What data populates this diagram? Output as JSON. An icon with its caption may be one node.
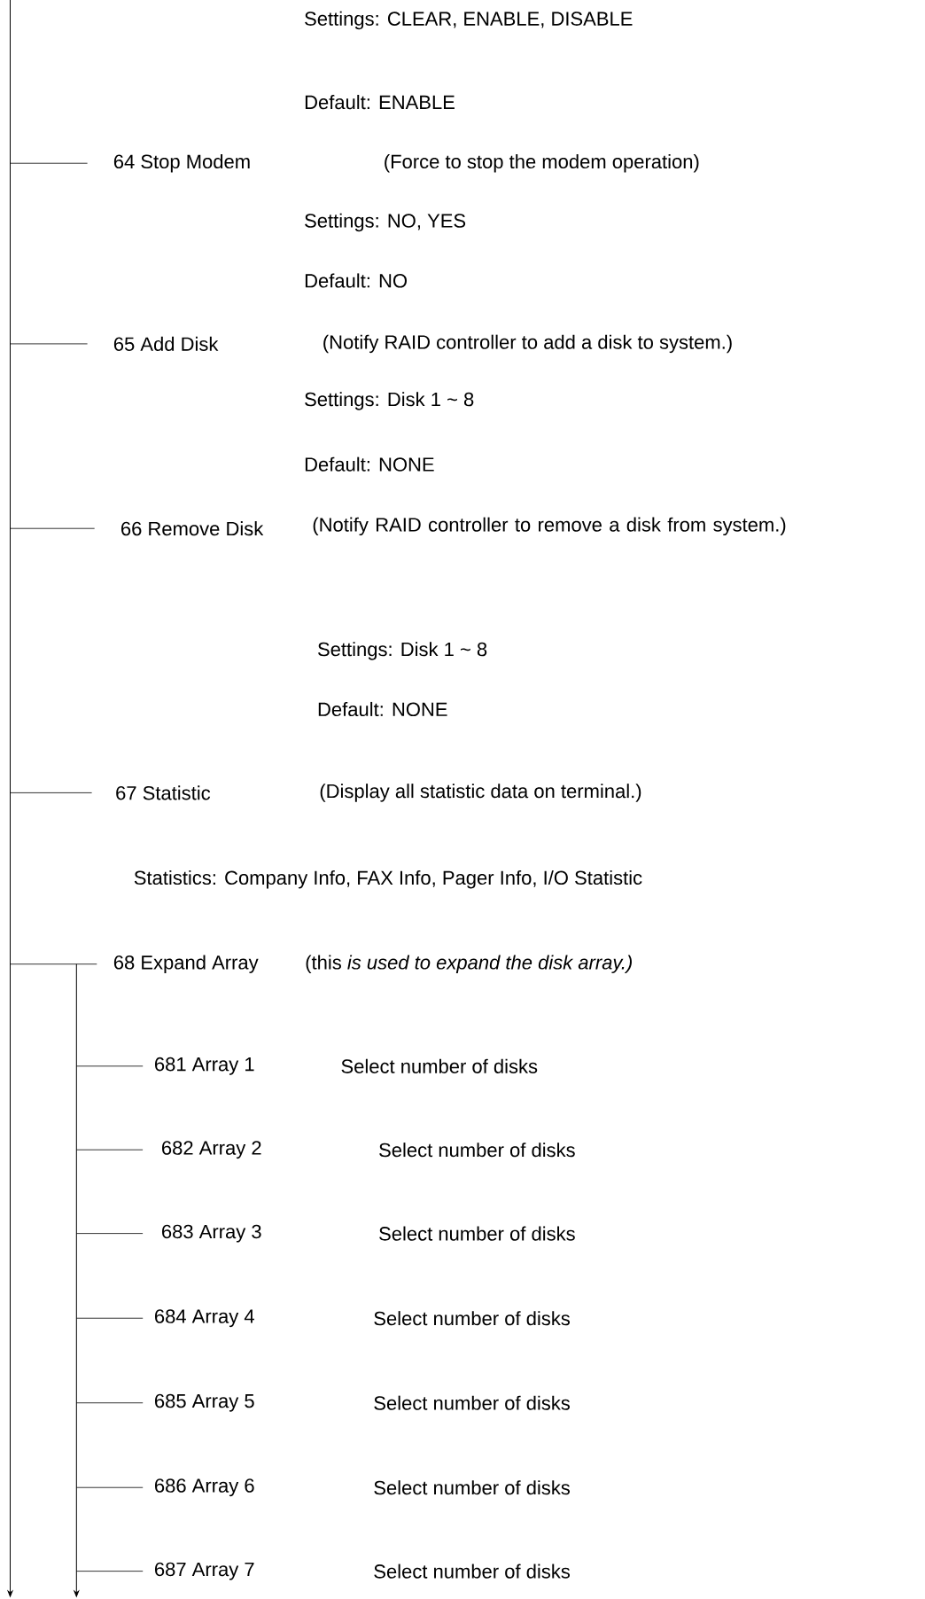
{
  "diagram": {
    "nodes": [
      {
        "text": [
          "64 Stop Modem",
          "(Force to stop the modem operation)"
        ],
        "beside": [
          "Settings: NO, YES",
          "Default: NO"
        ]
      },
      {
        "text": [
          "65 Add Disk",
          "(Notify RAID controller to add a disk to system.)"
        ],
        "beside": [
          "Settings: Disk 1 ~ 8",
          "Default: NONE"
        ]
      },
      {
        "text": [
          "66 Remove Disk",
          "(Notify RAID controller to remove a disk from system.)"
        ],
        "beside": [
          "Settings: Disk 1 ~ 8",
          "Default: NONE"
        ]
      },
      {
        "text": [
          "67 Statistic",
          "(Display all statistic data on terminal.)"
        ],
        "beside": [
          "Statistics: Company Info, FAX Info, Pager Info, I/O Statistic"
        ]
      },
      {
        "text": [
          "68 Expand Array",
          "(this *is used to expand the disk array.)*"
        ]
      },
      {
        "text": [
          "681 Array 1",
          "Select number of disks"
        ]
      },
      {
        "text": [
          "682 Array 2",
          "Select number of disks"
        ]
      },
      {
        "text": [
          "683 Array 3",
          "Select number of disks"
        ]
      },
      {
        "text": [
          "684 Array 4",
          "Select number of disks"
        ]
      },
      {
        "text": [
          "685 Array 5",
          "Select number of disks"
        ]
      },
      {
        "text": [
          "686 Array 6",
          "Select number of disks"
        ]
      },
      {
        "text": [
          "687 Array 7",
          "Select number of disks"
        ]
      }
    ],
    "edges": [
      {
        "from": null,
        "to": 0,
        "arrow": "none"
      },
      {
        "from": null,
        "to": 1,
        "arrow": "none"
      },
      {
        "from": null,
        "to": 2,
        "arrow": "none"
      },
      {
        "from": null,
        "to": 3,
        "arrow": "none"
      },
      {
        "from": null,
        "to": 4,
        "arrow": "none"
      },
      {
        "from": null,
        "to": 5,
        "arrow": "none"
      },
      {
        "from": null,
        "to": 6,
        "arrow": "none"
      },
      {
        "from": null,
        "to": 7,
        "arrow": "none"
      },
      {
        "from": null,
        "to": 8,
        "arrow": "none"
      },
      {
        "from": null,
        "to": 9,
        "arrow": "none"
      },
      {
        "from": null,
        "to": 10,
        "arrow": "none"
      },
      {
        "from": null,
        "to": 11,
        "arrow": "none"
      }
    ],
    "labels": [
      "Settings: CLEAR, ENABLE, DISABLE",
      "Default: ENABLE"
    ]
  }
}
